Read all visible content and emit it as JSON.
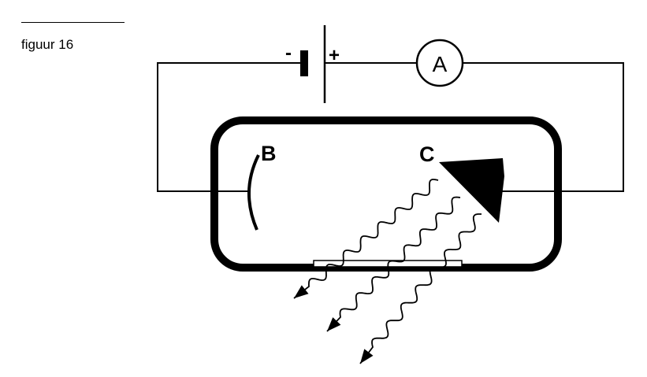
{
  "figure": {
    "caption": "figuur 16"
  },
  "labels": {
    "battery_negative": "-",
    "battery_positive": "+",
    "ammeter": "A",
    "electrode_b": "B",
    "electrode_c": "C"
  },
  "colors": {
    "ink": "#000000",
    "paper": "#ffffff"
  }
}
